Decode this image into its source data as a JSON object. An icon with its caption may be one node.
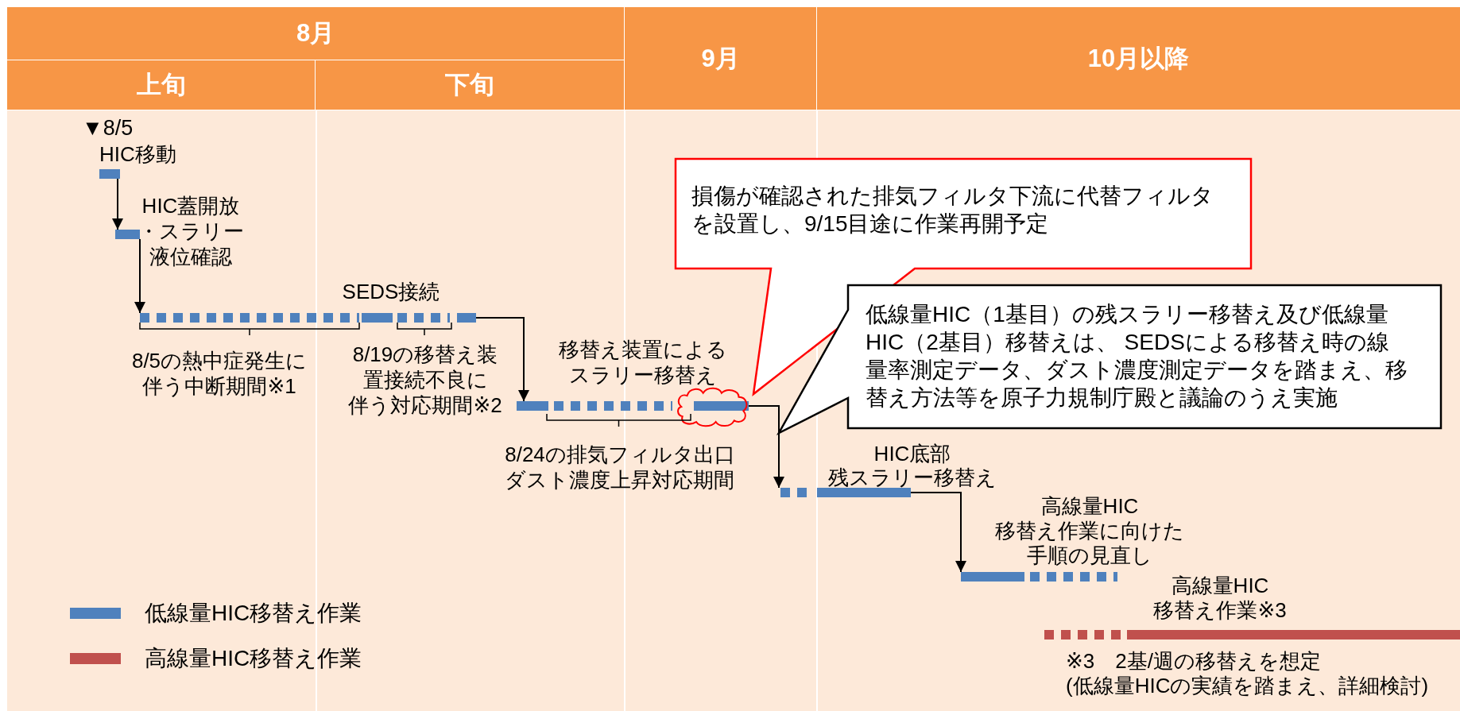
{
  "diagram": {
    "nodes": [
      {
        "text": [
          "8月"
        ]
      },
      {
        "text": [
          "上旬"
        ]
      },
      {
        "text": [
          "下旬"
        ]
      },
      {
        "text": [
          "9月"
        ]
      },
      {
        "text": [
          "10月以降"
        ]
      },
      {
        "text": [],
        "shape": "bar",
        "beside": [
          "HIC移動"
        ]
      },
      {
        "text": [],
        "shape": "bar",
        "beside": [
          "HIC蓋開放・スラリー液位確認"
        ]
      },
      {
        "text": [],
        "shape": "bar",
        "beside": [
          "SEDS接続"
        ]
      },
      {
        "text": [],
        "shape": "bar"
      },
      {
        "text": [],
        "shape": "bar",
        "beside": [
          "HIC底部残スラリー移替え"
        ]
      },
      {
        "text": [],
        "shape": "bar",
        "beside": [
          "高線量HIC移替え作業に向けた手順の見直し"
        ]
      },
      {
        "text": [],
        "shape": "bar",
        "beside": [
          "高線量HIC移替え作業※3"
        ]
      },
      {
        "text": [
          "損傷が確認された排気フィルタ下流に代替フィルタを設置し、9/15目途に作業再開予定"
        ]
      },
      {
        "text": [
          "低線量HIC（1基目）の残スラリー移替え及び低線量HIC（2基目）移替えは、 SEDSによる移替え時の線量率測定データ、ダスト濃度測定データを踏まえ、移替え方法等を原子力規制庁殿と議論のうえ実施"
        ]
      },
      {
        "text": [],
        "shape": "cloud"
      }
    ],
    "edges": [
      {
        "from": 5,
        "to": 6,
        "arrow": "to"
      },
      {
        "from": 6,
        "to": 7,
        "arrow": "to"
      },
      {
        "from": 7,
        "to": 8,
        "arrow": "to"
      },
      {
        "from": 8,
        "to": 9,
        "arrow": "to"
      },
      {
        "from": 9,
        "to": 10,
        "arrow": "to"
      }
    ],
    "labels": [
      "▼8/5",
      "8/5の熱中症発生に伴う中断期間※1",
      "8/19の移替え装置接続不良に伴う対応期間※2",
      "移替え装置によるスラリー移替え",
      "8/24の排気フィルタ出口ダスト濃度上昇対応期間",
      "※3　2基/週の移替えを想定",
      "(低線量HICの実績を踏まえ、詳細検討)"
    ],
    "legend": [
      {
        "text": "低線量HIC移替え作業",
        "color": "#4f81bd"
      },
      {
        "text": "高線量HIC移替え作業",
        "color": "#c0504d"
      }
    ]
  }
}
